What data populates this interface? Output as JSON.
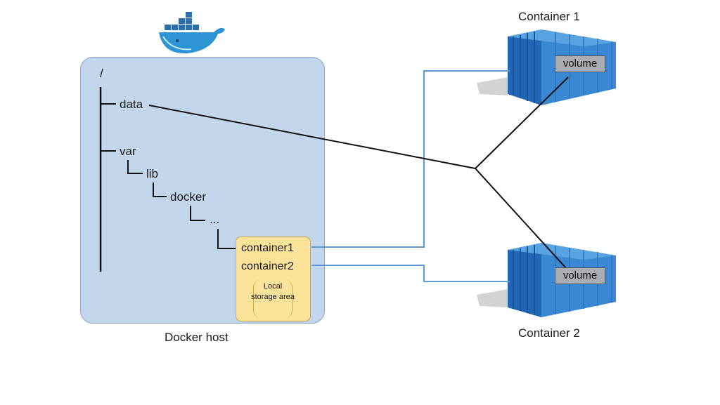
{
  "host": {
    "root": "/",
    "data": "data",
    "var": "var",
    "lib": "lib",
    "docker": "docker",
    "ellipsis": "...",
    "container1_dir": "container1",
    "container2_dir": "container2",
    "storage_label": "Local storage area",
    "caption": "Docker host"
  },
  "containers": {
    "c1_label": "Container 1",
    "c2_label": "Container 2",
    "volume1": "volume",
    "volume2": "volume"
  },
  "icons": {
    "logo": "docker-whale-icon",
    "container": "shipping-container-icon"
  },
  "colors": {
    "host_fill": "#c2d5ea",
    "storage_fill": "#fbe39a",
    "container_blue": "#2b7ac9",
    "link_blue": "#5b9bd5",
    "volume_line": "#111111"
  }
}
